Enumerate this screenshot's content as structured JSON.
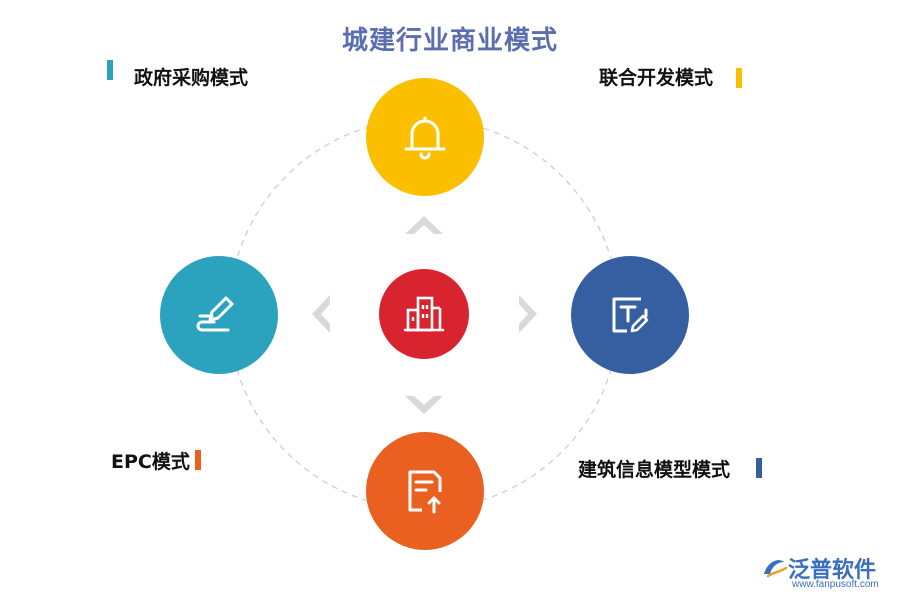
{
  "title": "城建行业商业模式",
  "center": {
    "icon": "building-icon",
    "color": "#d9242f"
  },
  "nodes": [
    {
      "id": "top",
      "label": "联合开发模式",
      "icon": "bell-icon",
      "color": "#fcbf00"
    },
    {
      "id": "right",
      "label": "建筑信息模型模式",
      "icon": "text-edit-icon",
      "color": "#355fa0"
    },
    {
      "id": "bottom",
      "label": "EPC模式",
      "icon": "document-upload-icon",
      "color": "#ea6020"
    },
    {
      "id": "left",
      "label": "政府采购模式",
      "icon": "signature-pen-icon",
      "color": "#2ba3bf"
    }
  ],
  "logo": {
    "name": "泛普软件",
    "url": "www.fanpusoft.com"
  }
}
